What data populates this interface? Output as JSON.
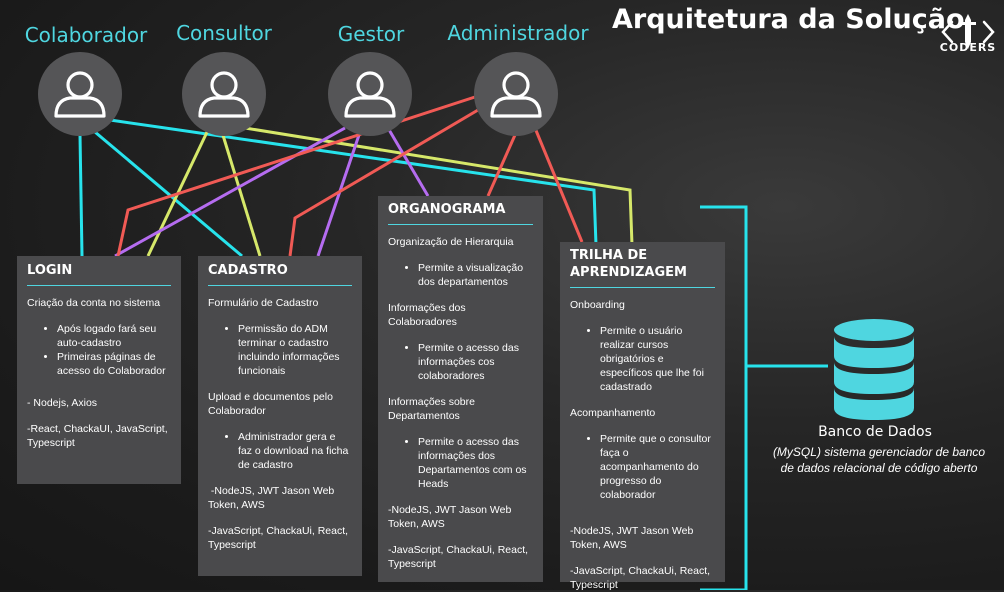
{
  "header": {
    "title": "Arquitetura da Solução",
    "logo_text": "CODERS"
  },
  "roles": [
    {
      "label": "Colaborador"
    },
    {
      "label": "Consultor"
    },
    {
      "label": "Gestor"
    },
    {
      "label": "Administrador"
    }
  ],
  "colors": {
    "cyan": "#27e3ec",
    "yellow": "#d6e86a",
    "purple": "#b56cf0",
    "red": "#f05a55",
    "card": "#4a4a4c",
    "accent": "#4fd6e0"
  },
  "cards": {
    "login": {
      "title": "LOGIN",
      "subtitle": "Criação da conta no sistema",
      "bullets": [
        "Após logado fará seu auto-cadastro",
        "Primeiras páginas de acesso do Colaborador"
      ],
      "tech1": "- Nodejs, Axios",
      "tech2": "-React, ChackaUI, JavaScript, Typescript"
    },
    "cadastro": {
      "title": "CADASTRO",
      "section1": "Formulário de Cadastro",
      "bullet1": "Permissão do ADM terminar o cadastro incluindo informações funcionais",
      "section2": "Upload e documentos pelo Colaborador",
      "bullet2": "Administrador gera e faz o download na ficha de cadastro",
      "tech1": " -NodeJS, JWT Jason Web Token, AWS",
      "tech2": "-JavaScript, ChackaUi, React, Typescript"
    },
    "organograma": {
      "title": "ORGANOGRAMA",
      "section1": "Organização de Hierarquia",
      "bullet1": "Permite a visualização dos departamentos",
      "section2": "Informações dos Colaboradores",
      "bullet2": "Permite o acesso das informações cos colaboradores",
      "section3": "Informações sobre Departamentos",
      "bullet3": "Permite o acesso das informações dos Departamentos com os Heads",
      "tech1": "-NodeJS, JWT Jason Web Token, AWS",
      "tech2": "-JavaScript, ChackaUi, React, Typescript"
    },
    "trilha": {
      "title": "TRILHA DE APRENDIZAGEM",
      "section1": "Onboarding",
      "bullet1": "Permite o usuário realizar cursos obrigatórios e específicos que lhe foi cadastrado",
      "section2": "Acompanhamento",
      "bullet2": "Permite que o consultor faça o acompanhamento do progresso do colaborador",
      "tech1": "-NodeJS, JWT Jason Web Token, AWS",
      "tech2": "-JavaScript, ChackaUi, React, Typescript"
    }
  },
  "database": {
    "title": "Banco de Dados",
    "description": "(MySQL) sistema gerenciador de banco de dados relacional de código aberto"
  }
}
